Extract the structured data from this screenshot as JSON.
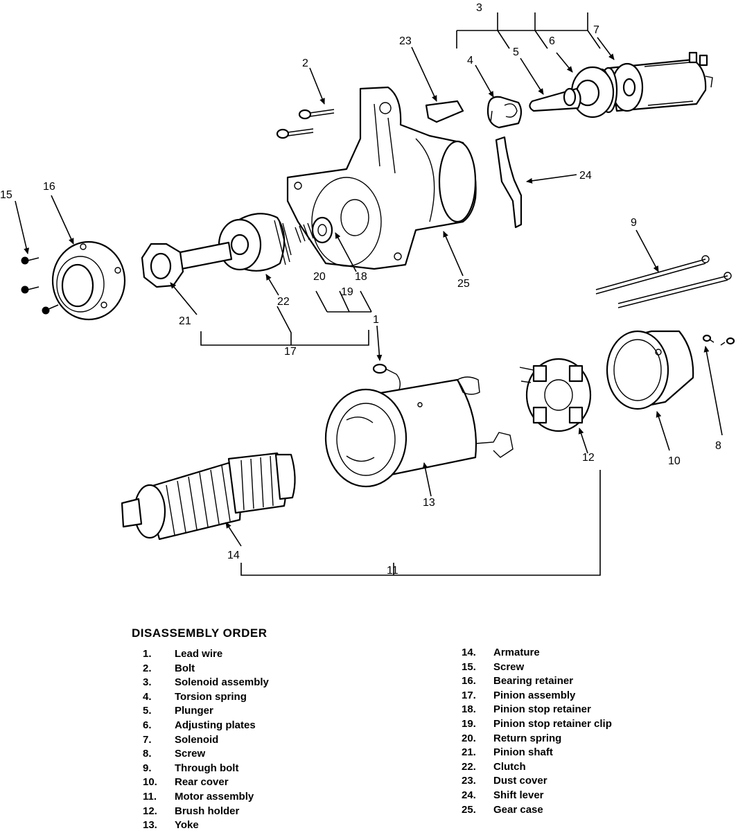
{
  "callouts": [
    "1",
    "2",
    "3",
    "4",
    "5",
    "6",
    "7",
    "8",
    "9",
    "10",
    "11",
    "12",
    "13",
    "14",
    "15",
    "16",
    "17",
    "18",
    "19",
    "20",
    "21",
    "22",
    "23",
    "24",
    "25"
  ],
  "legend": {
    "title": "DISASSEMBLY ORDER",
    "left": [
      {
        "num": "1.",
        "name": "Lead wire"
      },
      {
        "num": "2.",
        "name": "Bolt"
      },
      {
        "num": "3.",
        "name": "Solenoid assembly"
      },
      {
        "num": "4.",
        "name": "Torsion spring"
      },
      {
        "num": "5.",
        "name": "Plunger"
      },
      {
        "num": "6.",
        "name": "Adjusting plates"
      },
      {
        "num": "7.",
        "name": "Solenoid"
      },
      {
        "num": "8.",
        "name": "Screw"
      },
      {
        "num": "9.",
        "name": "Through bolt"
      },
      {
        "num": "10.",
        "name": "Rear cover"
      },
      {
        "num": "11.",
        "name": "Motor assembly"
      },
      {
        "num": "12.",
        "name": "Brush holder"
      },
      {
        "num": "13.",
        "name": "Yoke"
      }
    ],
    "right": [
      {
        "num": "14.",
        "name": "Armature"
      },
      {
        "num": "15.",
        "name": "Screw"
      },
      {
        "num": "16.",
        "name": "Bearing retainer"
      },
      {
        "num": "17.",
        "name": "Pinion assembly"
      },
      {
        "num": "18.",
        "name": "Pinion stop retainer"
      },
      {
        "num": "19.",
        "name": "Pinion stop retainer clip"
      },
      {
        "num": "20.",
        "name": "Return spring"
      },
      {
        "num": "21.",
        "name": "Pinion shaft"
      },
      {
        "num": "22.",
        "name": "Clutch"
      },
      {
        "num": "23.",
        "name": "Dust cover"
      },
      {
        "num": "24.",
        "name": "Shift lever"
      },
      {
        "num": "25.",
        "name": "Gear case"
      }
    ]
  }
}
